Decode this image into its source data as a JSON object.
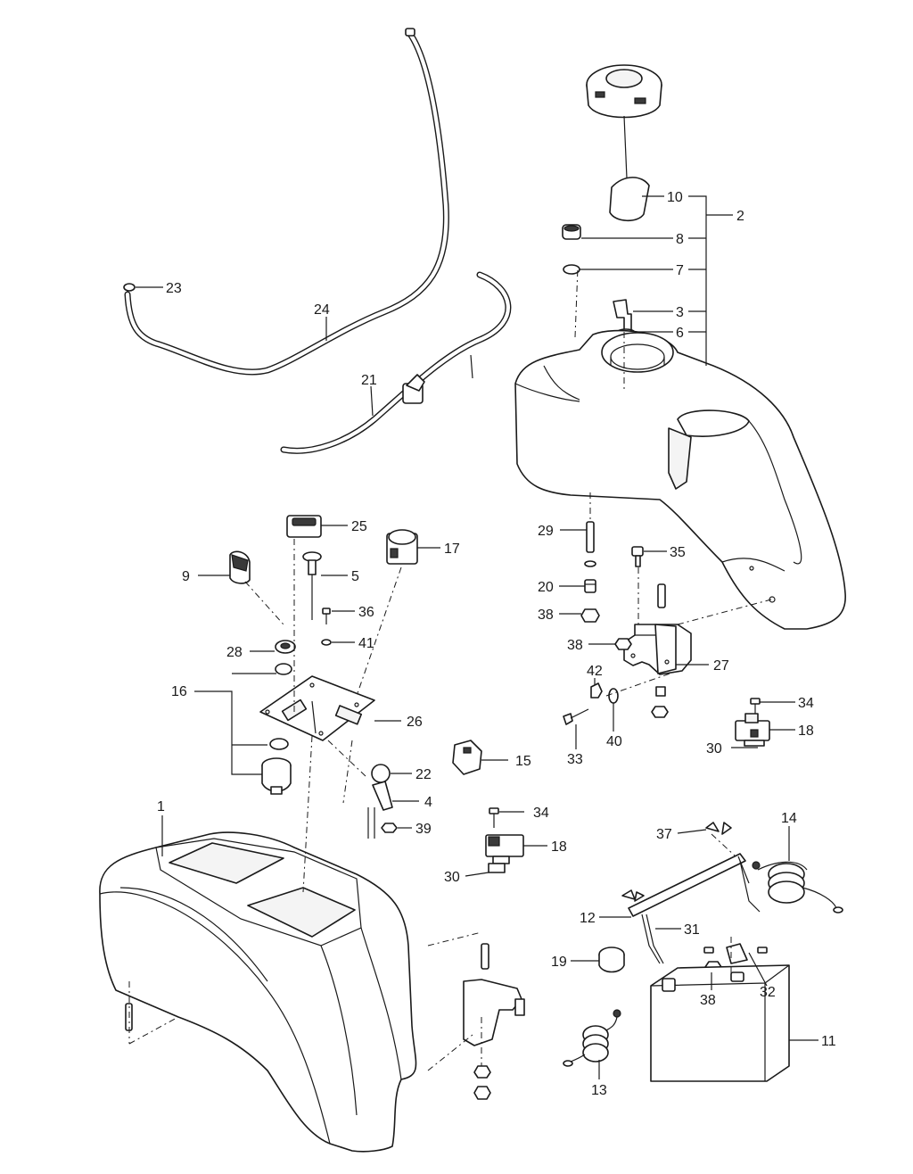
{
  "callouts": {
    "c1": "1",
    "c2": "2",
    "c3": "3",
    "c4": "4",
    "c5": "5",
    "c6": "6",
    "c7": "7",
    "c8": "8",
    "c9": "9",
    "c10": "10",
    "c11": "11",
    "c12": "12",
    "c13": "13",
    "c14": "14",
    "c15": "15",
    "c16": "16",
    "c17": "17",
    "c18a": "18",
    "c18b": "18",
    "c19": "19",
    "c20": "20",
    "c21": "21",
    "c22": "22",
    "c23": "23",
    "c24": "24",
    "c25": "25",
    "c26": "26",
    "c27": "27",
    "c28": "28",
    "c29": "29",
    "c30a": "30",
    "c30b": "30",
    "c31": "31",
    "c32": "32",
    "c33": "33",
    "c34a": "34",
    "c34b": "34",
    "c35": "35",
    "c36": "36",
    "c37": "37",
    "c38a": "38",
    "c38b": "38",
    "c38c": "38",
    "c39": "39",
    "c40": "40",
    "c41": "41",
    "c42": "42"
  }
}
